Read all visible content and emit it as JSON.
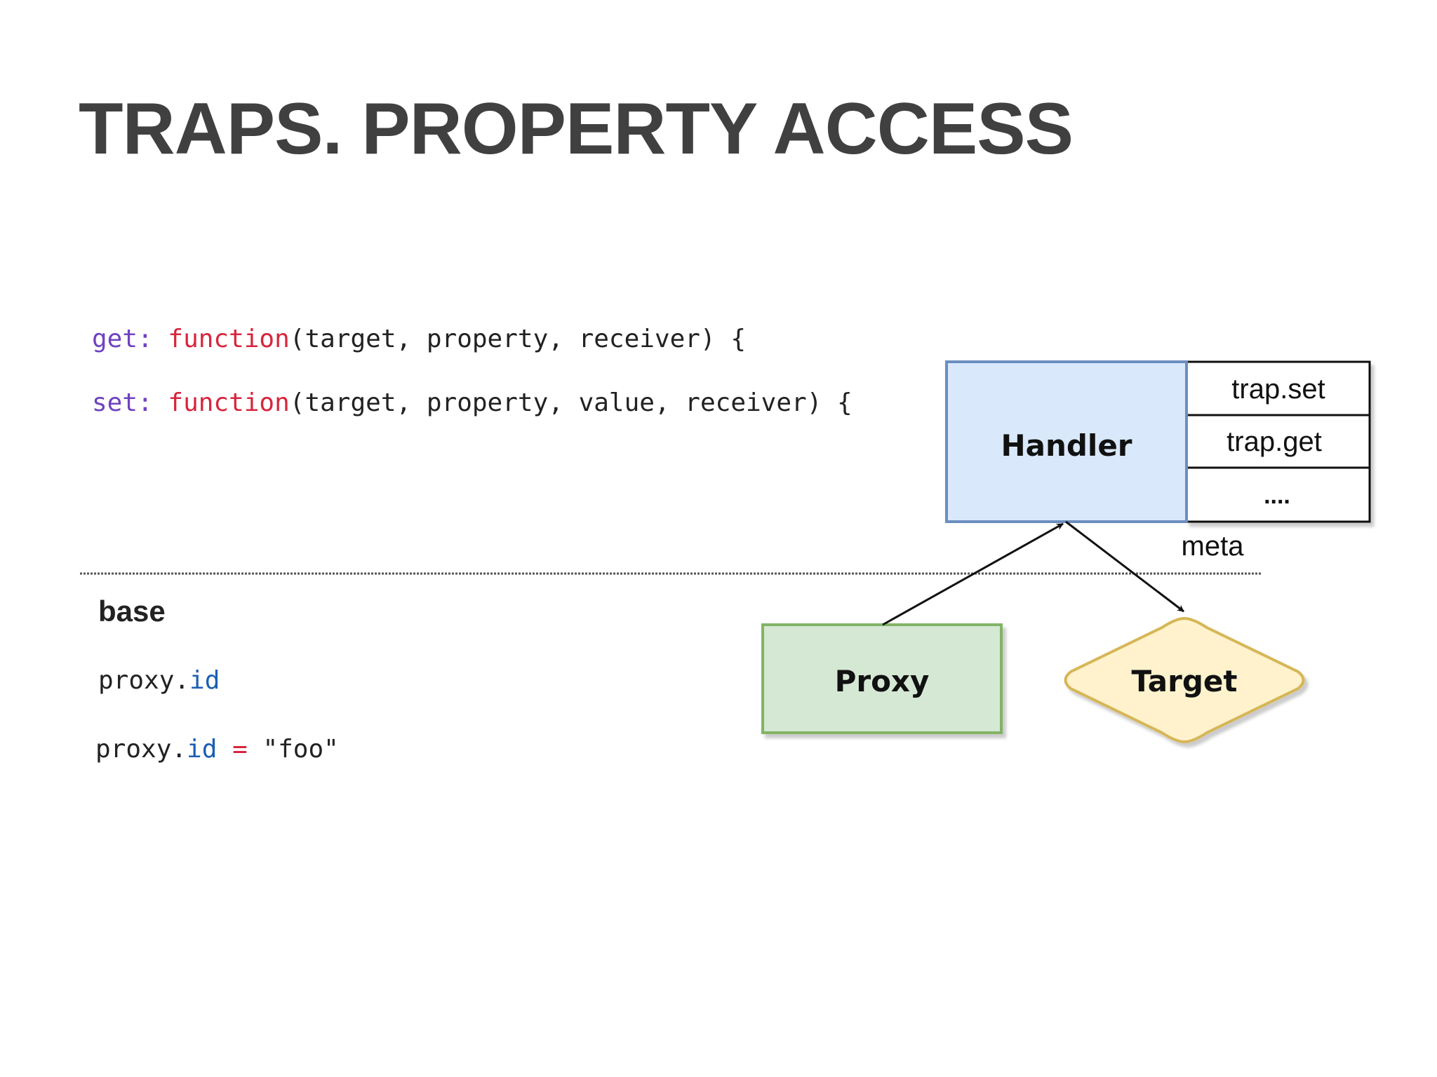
{
  "title": "TRAPS. PROPERTY ACCESS",
  "code": {
    "get": {
      "key": "get:",
      "fn": "function",
      "args": "(target, property, receiver) {"
    },
    "set": {
      "key": "set:",
      "fn": "function",
      "args": "(target, property, value, receiver) {"
    }
  },
  "base": {
    "label": "base",
    "line1": {
      "obj": "proxy.",
      "prop": "id"
    },
    "line2": {
      "obj": "proxy.",
      "prop": "id",
      "op": " = ",
      "val": "\"foo\""
    }
  },
  "diagram": {
    "handler": "Handler",
    "traps": [
      "trap.set",
      "trap.get",
      "...."
    ],
    "meta": "meta",
    "proxy": "Proxy",
    "target": "Target",
    "colors": {
      "handler": "#dae8fc",
      "handler_border": "#6c8ebf",
      "proxy": "#d5e8d4",
      "proxy_border": "#82b366",
      "target": "#fff2cc",
      "target_border": "#d6b656"
    }
  }
}
